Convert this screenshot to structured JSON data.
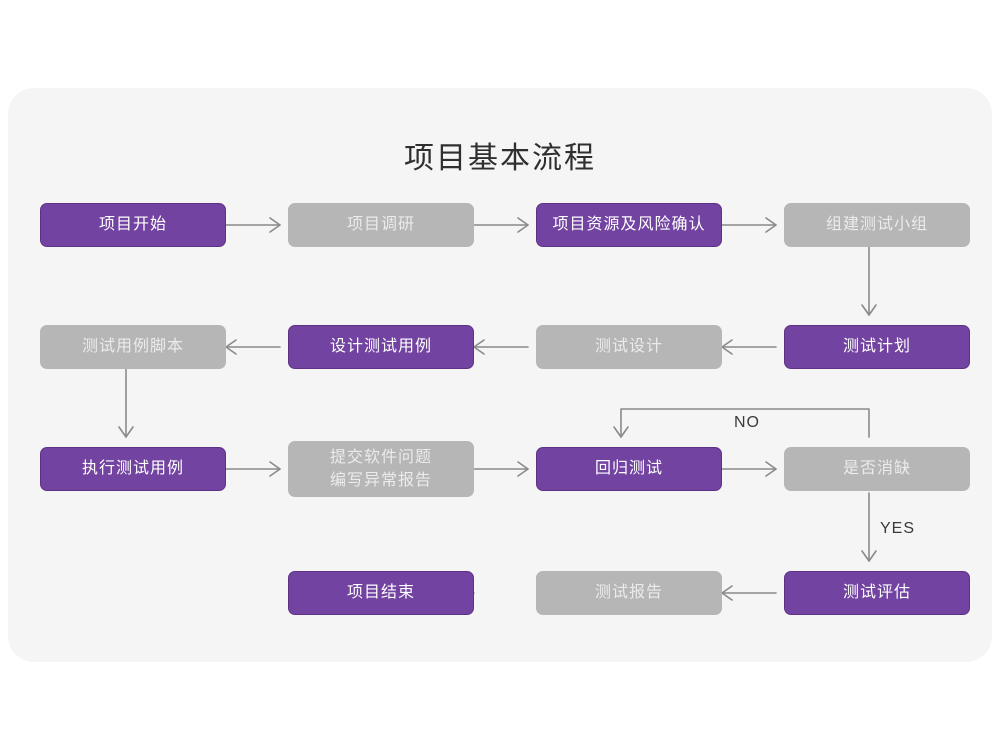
{
  "title": "项目基本流程",
  "theme": {
    "page_background": "#ffffff",
    "card_background": "#f5f5f5",
    "accent_purple": "#7243a0",
    "accent_purple_border": "#5d3285",
    "muted_gray": "#b6b6b6",
    "gray_text": "#ebebeb",
    "connector_gray": "#8a8a8a",
    "title_color": "#2f2f2f"
  },
  "chart_data": {
    "type": "diagram",
    "title": "项目基本流程",
    "nodes": [
      {
        "id": "n1",
        "label": "项目开始",
        "style": "purple",
        "row": 1,
        "col": 1
      },
      {
        "id": "n2",
        "label": "项目调研",
        "style": "gray",
        "row": 1,
        "col": 2
      },
      {
        "id": "n3",
        "label": "项目资源及风险确认",
        "style": "purple",
        "row": 1,
        "col": 3
      },
      {
        "id": "n4",
        "label": "组建测试小组",
        "style": "gray",
        "row": 1,
        "col": 4
      },
      {
        "id": "n5",
        "label": "测试用例脚本",
        "style": "gray",
        "row": 2,
        "col": 1
      },
      {
        "id": "n6",
        "label": "设计测试用例",
        "style": "purple",
        "row": 2,
        "col": 2
      },
      {
        "id": "n7",
        "label": "测试设计",
        "style": "gray",
        "row": 2,
        "col": 3
      },
      {
        "id": "n8",
        "label": "测试计划",
        "style": "purple",
        "row": 2,
        "col": 4
      },
      {
        "id": "n9",
        "label": "执行测试用例",
        "style": "purple",
        "row": 3,
        "col": 1
      },
      {
        "id": "n10",
        "label": "提交软件问题\n编写异常报告",
        "style": "gray",
        "row": 3,
        "col": 2
      },
      {
        "id": "n11",
        "label": "回归测试",
        "style": "purple",
        "row": 3,
        "col": 3
      },
      {
        "id": "n12",
        "label": "是否消缺",
        "style": "gray",
        "row": 3,
        "col": 4
      },
      {
        "id": "n13",
        "label": "项目结束",
        "style": "purple",
        "row": 4,
        "col": 2
      },
      {
        "id": "n14",
        "label": "测试报告",
        "style": "gray",
        "row": 4,
        "col": 3
      },
      {
        "id": "n15",
        "label": "测试评估",
        "style": "purple",
        "row": 4,
        "col": 4
      }
    ],
    "edges": [
      {
        "from": "n1",
        "to": "n2",
        "direction": "right",
        "label": ""
      },
      {
        "from": "n2",
        "to": "n3",
        "direction": "right",
        "label": ""
      },
      {
        "from": "n3",
        "to": "n4",
        "direction": "right",
        "label": ""
      },
      {
        "from": "n4",
        "to": "n8",
        "direction": "down",
        "label": ""
      },
      {
        "from": "n8",
        "to": "n7",
        "direction": "left",
        "label": ""
      },
      {
        "from": "n7",
        "to": "n6",
        "direction": "left",
        "label": ""
      },
      {
        "from": "n6",
        "to": "n5",
        "direction": "left",
        "label": ""
      },
      {
        "from": "n5",
        "to": "n9",
        "direction": "down",
        "label": ""
      },
      {
        "from": "n9",
        "to": "n10",
        "direction": "right",
        "label": ""
      },
      {
        "from": "n10",
        "to": "n11",
        "direction": "right",
        "label": ""
      },
      {
        "from": "n11",
        "to": "n12",
        "direction": "right",
        "label": ""
      },
      {
        "from": "n12",
        "to": "n11",
        "direction": "loop-up-left",
        "label": "NO"
      },
      {
        "from": "n12",
        "to": "n15",
        "direction": "down",
        "label": "YES"
      },
      {
        "from": "n15",
        "to": "n14",
        "direction": "left",
        "label": ""
      },
      {
        "from": "n14",
        "to": "n13",
        "direction": "left",
        "label": ""
      }
    ],
    "edge_labels": [
      "NO",
      "YES"
    ]
  }
}
